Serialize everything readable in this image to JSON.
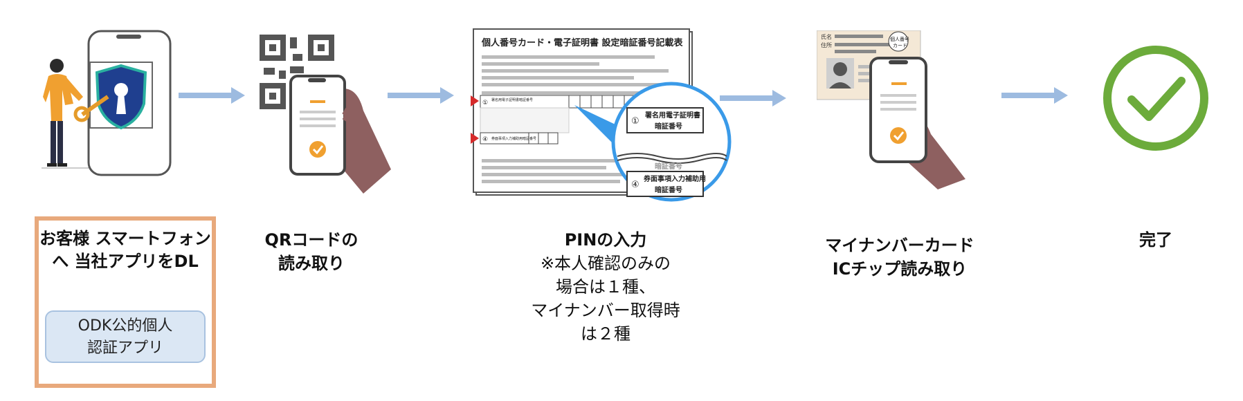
{
  "steps": [
    {
      "title_lines": [
        "お客様",
        "スマートフォンへ",
        "当社アプリをDL"
      ],
      "app_badge_lines": [
        "ODK公的個人",
        "認証アプリ"
      ]
    },
    {
      "title_lines": [
        "QRコードの",
        "読み取り"
      ]
    },
    {
      "title_lines": [
        "PINの入力"
      ],
      "note_lines": [
        "※本人確認のみの",
        "場合は１種、",
        "マイナンバー取得時",
        "は２種"
      ]
    },
    {
      "title_lines": [
        "マイナンバーカード",
        "ICチップ読み取り"
      ]
    },
    {
      "title_lines": [
        "完了"
      ]
    }
  ],
  "document": {
    "title": "個人番号カード・電子証明書 設定暗証番号記載表",
    "row1_circle": "①",
    "row4_circle": "④",
    "row1_small": "署名用電子証明書暗証番号",
    "row4_small": "券面事項入力補助用暗証番号",
    "zoom_row1_label_a": "署名用電子証明書",
    "zoom_row1_label_b": "暗証番号",
    "zoom_row2_label_b": "暗証番号",
    "zoom_row4_label_a": "券面事項入力補助用",
    "zoom_row4_label_b": "暗証番号"
  },
  "card": {
    "header_text_a": "個人番号",
    "header_text_b": "カード",
    "label_name": "氏名",
    "label_address": "住所"
  },
  "colors": {
    "arrow": "#9dbbe0",
    "box_border": "#e8a97c",
    "badge_bg": "#dbe7f4",
    "check_ring": "#6cab3b",
    "check_mark": "#6cab3b",
    "shield": "#1f3f8f",
    "accent_orange": "#f0a030",
    "marker_red": "#d62b2b",
    "zoom_blue": "#3a9ae8",
    "hand": "#8e6060"
  }
}
